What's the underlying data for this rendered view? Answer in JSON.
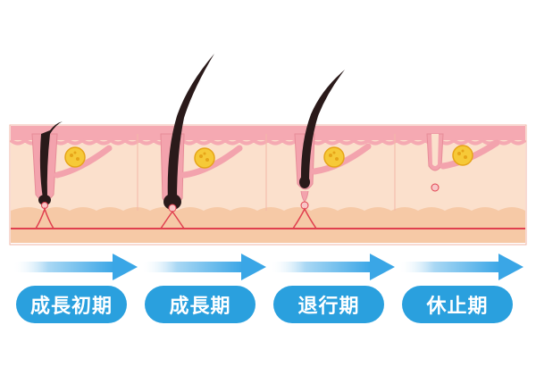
{
  "stages": [
    {
      "label": "成長初期"
    },
    {
      "label": "成長期"
    },
    {
      "label": "退行期"
    },
    {
      "label": "休止期"
    }
  ],
  "colors": {
    "label_bg": "#2aa0de",
    "arrow": "#5ab4ea",
    "epidermis": "#f5a9b2",
    "dermis": "#fbe0cc",
    "subcutis": "#f6c9a6",
    "hair": "#2a1a1a",
    "gland": "#f6c938",
    "vessel": "#e0404f"
  },
  "icons": [
    "hair-follicle-icon",
    "sebaceous-gland-icon",
    "flow-arrow-icon"
  ]
}
